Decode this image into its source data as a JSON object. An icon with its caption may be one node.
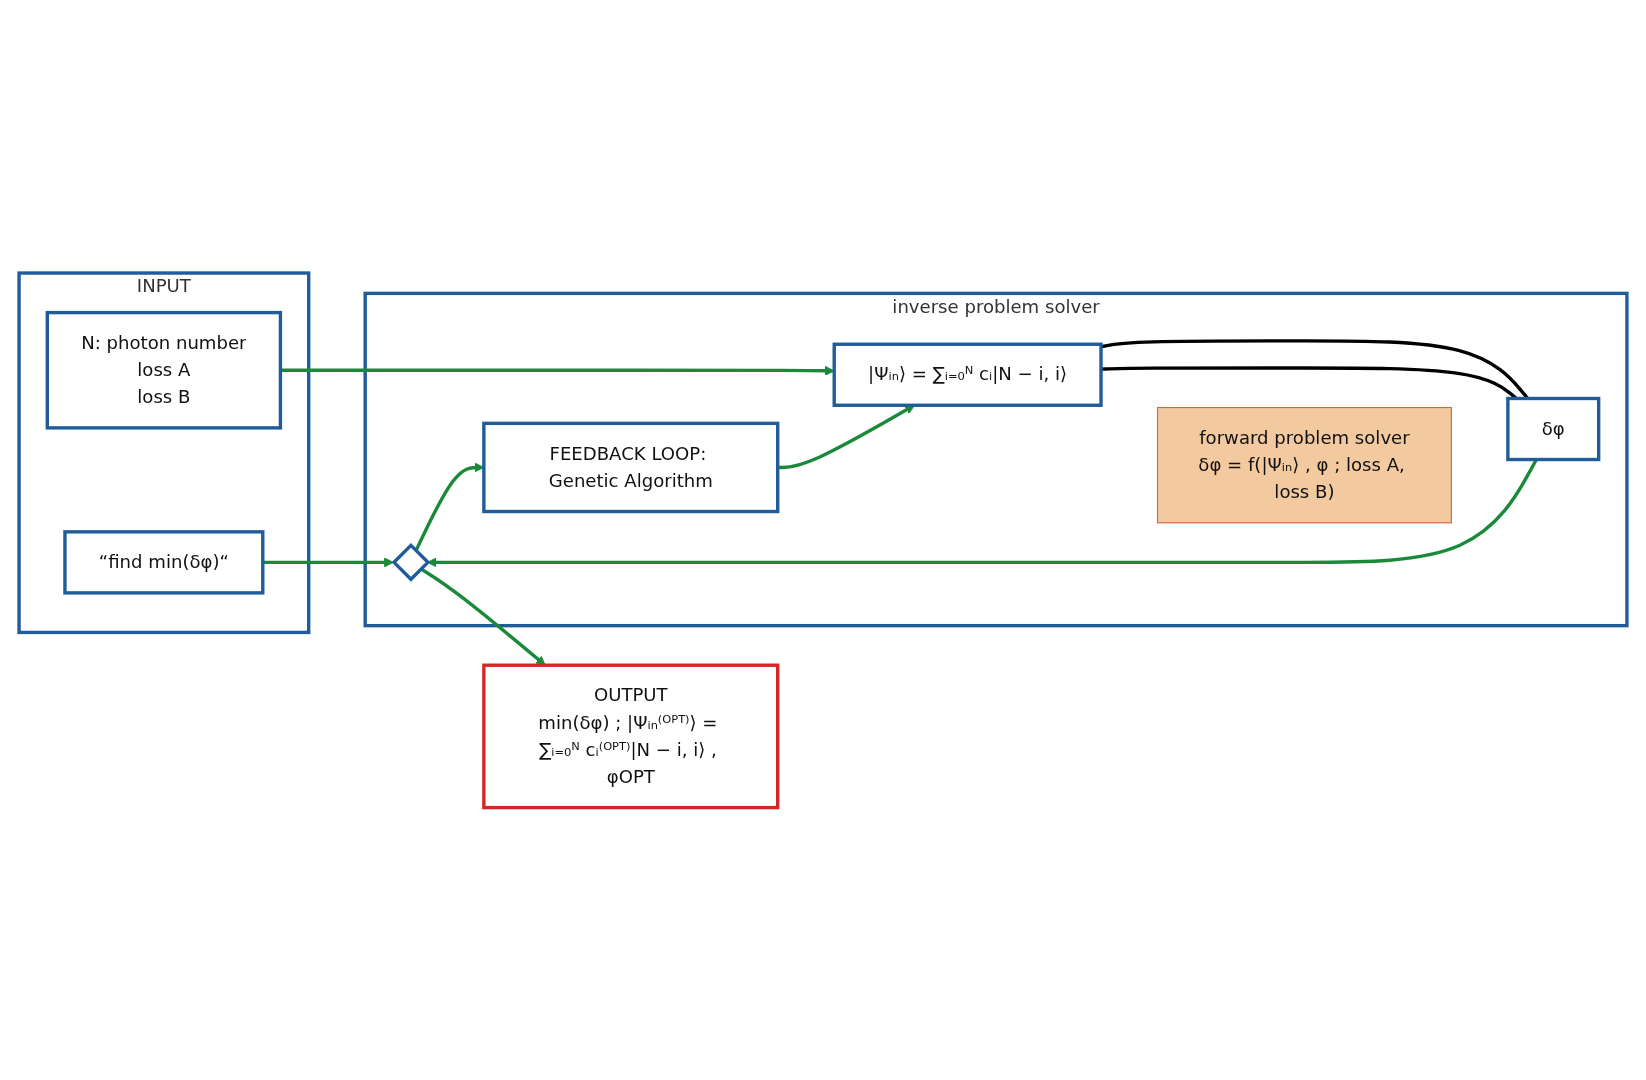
{
  "diagram": {
    "nodes": [
      {
        "text": [
          "INPUT"
        ]
      },
      {
        "text": [
          "“find min(δφ)“"
        ],
        "in": 0
      },
      {
        "text": [
          "N: photon number",
          "loss A",
          "loss B"
        ],
        "in": 0
      },
      {
        "text": [
          "inverse problem solver"
        ]
      },
      {
        "text": [
          "|Ψᵢₙ⟩ = ∑ᵢ₌₀ᴺ cᵢ|N − i, i⟩"
        ],
        "in": 3
      },
      {
        "text": [
          "forward problem solver",
          "δφ = f(|Ψᵢₙ⟩ , φ ; loss A, loss B)"
        ],
        "in": 3
      },
      {
        "text": [
          "δφ"
        ],
        "in": 3
      },
      {
        "text": [],
        "shape": "diamond",
        "in": 3
      },
      {
        "text": [
          "FEEDBACK LOOP: Genetic Algorithm"
        ],
        "in": 3
      },
      {
        "text": [
          "OUTPUT",
          "min(δφ) ; |Ψᵢₙ⁽ᴼᴾᵀ⁾⟩ = ∑ᵢ₌₀ᴺ cᵢ⁽ᴼᴾᵀ⁾|N − i, i⟩ , φOPT"
        ]
      }
    ],
    "edges": [
      {
        "from": 1,
        "to": 7,
        "arrow": "to"
      },
      {
        "from": 2,
        "to": 4,
        "arrow": "to"
      },
      {
        "from": 4,
        "to": 6,
        "arrow": "none",
        "color": "#000000"
      },
      {
        "from": 4,
        "to": 6,
        "arrow": "none",
        "color": "#000000"
      },
      {
        "from": 6,
        "to": 7,
        "arrow": "to"
      },
      {
        "from": 7,
        "to": 8,
        "arrow": "to"
      },
      {
        "from": 8,
        "to": 4,
        "arrow": "to"
      },
      {
        "from": 7,
        "to": 9,
        "arrow": "to"
      }
    ]
  }
}
